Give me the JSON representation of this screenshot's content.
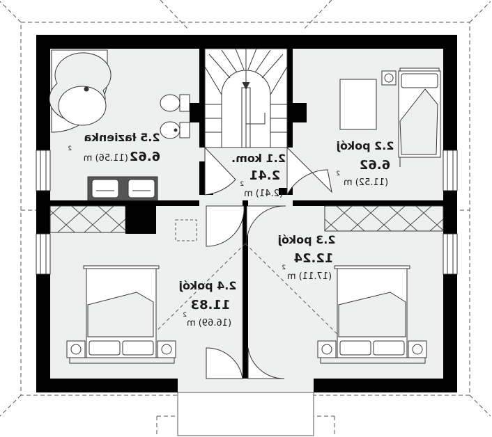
{
  "plan": {
    "rooms": [
      {
        "id": "2.5",
        "name": "2.5 łazienka",
        "area": "6.62",
        "sub": "(11.56) m",
        "sup": "2"
      },
      {
        "id": "2.1",
        "name": "2.1 kom.",
        "area": "2.41",
        "sub": "(2.41) m",
        "sup": "2"
      },
      {
        "id": "2.2",
        "name": "2.2 pokój",
        "area": "6.62",
        "sub": "(11.52) m",
        "sup": "2"
      },
      {
        "id": "2.3",
        "name": "2.3 pokój",
        "area": "12.24",
        "sub": "(17.11) m",
        "sup": "2"
      },
      {
        "id": "2.4",
        "name": "2.4 pokój",
        "area": "11.83",
        "sub": "(16.69) m",
        "sup": "2"
      }
    ],
    "colors": {
      "wall": "#000000",
      "floor": "#eef0f0",
      "line": "#333333",
      "dash": "#555555"
    },
    "mirrored": true
  }
}
